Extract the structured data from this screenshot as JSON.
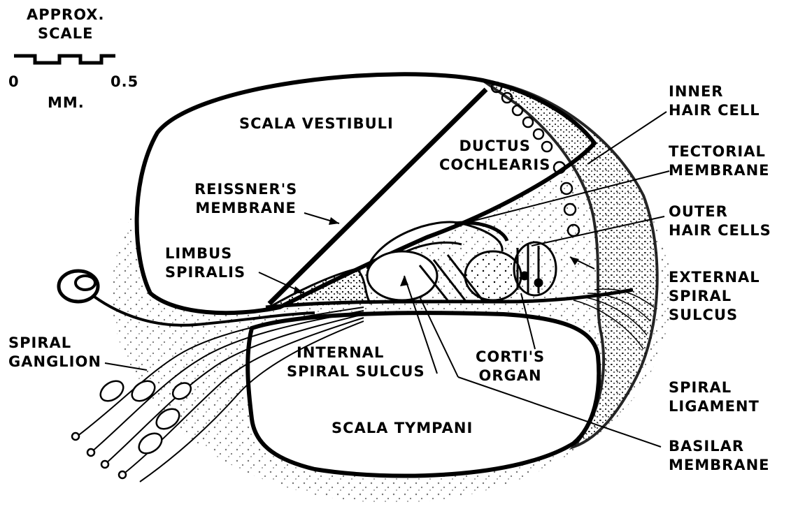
{
  "scale": {
    "title_line1": "APPROX.",
    "title_line2": "SCALE",
    "min_label": "0",
    "max_label": "0.5",
    "unit": "MM."
  },
  "labels": {
    "scala_vestibuli": "SCALA VESTIBULI",
    "ductus_cochlearis_1": "DUCTUS",
    "ductus_cochlearis_2": "COCHLEARIS",
    "reissner_1": "REISSNER'S",
    "reissner_2": "MEMBRANE",
    "limbus_1": "LIMBUS",
    "limbus_2": "SPIRALIS",
    "spiral_ganglion_1": "SPIRAL",
    "spiral_ganglion_2": "GANGLION",
    "internal_sulcus_1": "INTERNAL",
    "internal_sulcus_2": "SPIRAL SULCUS",
    "corti_1": "CORTI'S",
    "corti_2": "ORGAN",
    "scala_tympani": "SCALA TYMPANI",
    "inner_hair_1": "INNER",
    "inner_hair_2": "HAIR CELL",
    "tectorial_1": "TECTORIAL",
    "tectorial_2": "MEMBRANE",
    "outer_hair_1": "OUTER",
    "outer_hair_2": "HAIR CELLS",
    "external_sulcus_1": "EXTERNAL",
    "external_sulcus_2": "SPIRAL",
    "external_sulcus_3": "SULCUS",
    "spiral_ligament_1": "SPIRAL",
    "spiral_ligament_2": "LIGAMENT",
    "basilar_1": "BASILAR",
    "basilar_2": "MEMBRANE"
  }
}
